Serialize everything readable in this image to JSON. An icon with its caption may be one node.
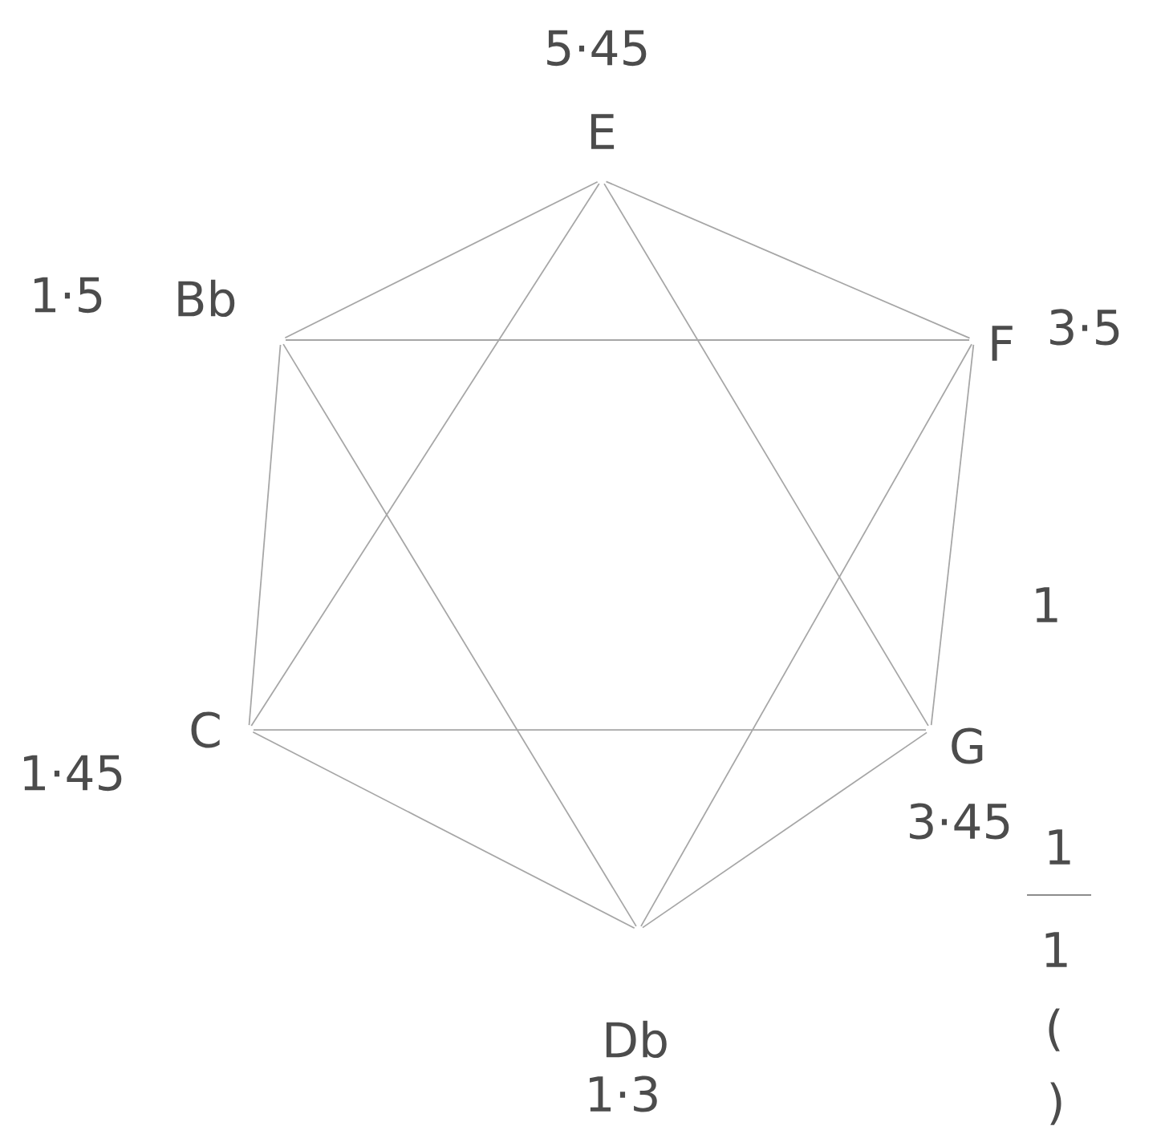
{
  "diagram": {
    "nodes": [
      {
        "text": [
          "E"
        ],
        "beside": [
          "5·45"
        ]
      },
      {
        "text": [
          "Bb"
        ],
        "beside": [
          "1·5"
        ]
      },
      {
        "text": [
          "F"
        ],
        "beside": [
          "3·5"
        ]
      },
      {
        "text": [
          "C"
        ],
        "beside": [
          "1·45"
        ]
      },
      {
        "text": [
          "G"
        ],
        "beside": [
          "3·45"
        ]
      },
      {
        "text": [
          "Db"
        ],
        "beside": [
          "1·3"
        ]
      }
    ],
    "edges": [
      {
        "from": 0,
        "to": 1,
        "arrow": "none"
      },
      {
        "from": 0,
        "to": 2,
        "arrow": "none"
      },
      {
        "from": 1,
        "to": 2,
        "arrow": "none"
      },
      {
        "from": 2,
        "to": 4,
        "arrow": "none"
      },
      {
        "from": 1,
        "to": 3,
        "arrow": "none"
      },
      {
        "from": 0,
        "to": 3,
        "arrow": "none"
      },
      {
        "from": 0,
        "to": 4,
        "arrow": "none"
      },
      {
        "from": 3,
        "to": 4,
        "arrow": "none"
      },
      {
        "from": 1,
        "to": 5,
        "arrow": "none"
      },
      {
        "from": 2,
        "to": 5,
        "arrow": "none"
      },
      {
        "from": 3,
        "to": 5,
        "arrow": "none"
      },
      {
        "from": 4,
        "to": 5,
        "arrow": "none"
      }
    ],
    "labels": [
      "1",
      "1",
      "1",
      "(",
      ")"
    ]
  }
}
